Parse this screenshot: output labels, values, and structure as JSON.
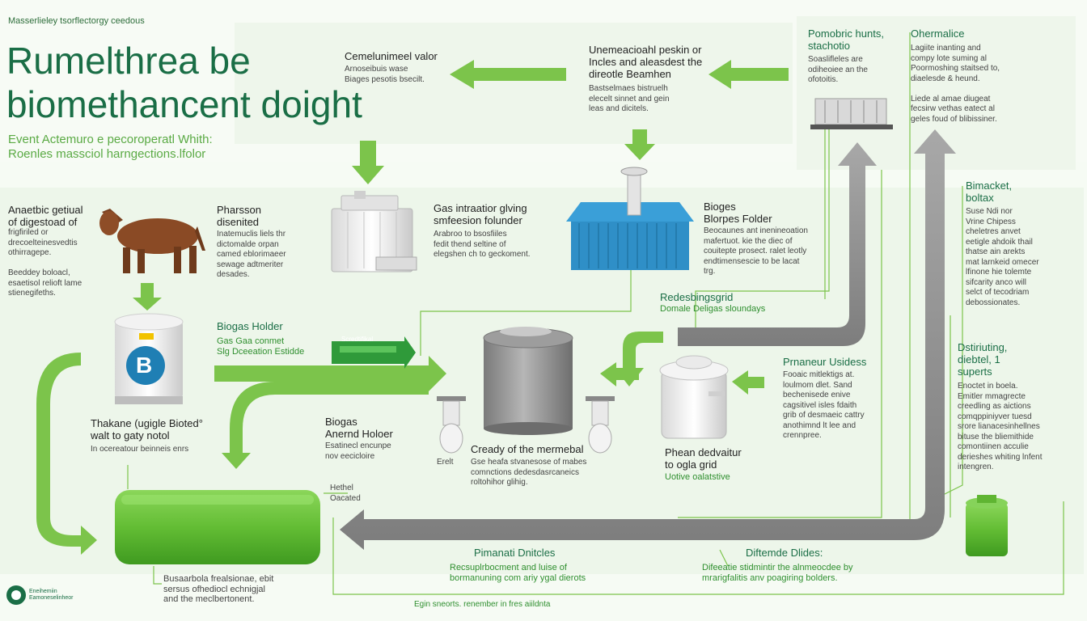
{
  "header": {
    "kicker": "Masserlieley tsorflectorgy ceedous",
    "title_line1": "Rumelthrea be",
    "title_line2": "biomethancent doight",
    "subtitle_line1": "Event Actemuro e pecoroperatl Whith:",
    "subtitle_line2": "Roenles massciol harngections.lfolor"
  },
  "nodes": {
    "commercial": {
      "title": "Cemelunimeel valor",
      "desc": "Arnoseibuis wase\nBiages pesotis bsecilt."
    },
    "unemeacional": {
      "title": "Unemeacioahl peskin or\nIncles and aleasdest the\ndireotle Beamhen",
      "desc": "Bastselmaes bistruelh\nelecelt sinnet and gein\nleas and dicitels."
    },
    "pomobric": {
      "title": "Pomobric hunts,\nstachotio",
      "desc": "Soaslifleles are\nodiheoiee an the\nofotoitis."
    },
    "ohermalice": {
      "title": "Ohermalice",
      "desc": "Lagiite inanting and\ncompy lote suming al\nPoormoshing staitsed to,\ndiaelesde & heund.\n\nLiede al amae diugeat\nfecsirw vethas eatect al\ngeles foud of blibissiner."
    },
    "anaerobic": {
      "title": "Anaetbic getiual\nof digestoad of",
      "desc": "frigfiriled or\ndrecoelteinesvedtis\nothirragepe.\n\nBeeddey boloacl,\nesaetisol relioft lame\nstienegifeths."
    },
    "pharsson": {
      "title": "Pharsson\ndisenited",
      "desc": "Inatemuclis liels thr\ndictomalde orpan\ncamed eblorimaeer\nsewage adtmeriter\ndesades."
    },
    "gas_intraction": {
      "title": "Gas intraatior glving\nsmfeesion folunder",
      "desc": "Arabroo to bsosfiiles\nfedit thend seltine of\nelegshen ch to geckoment."
    },
    "bioges_folder": {
      "title": "Bioges\nBlorpes Folder",
      "desc": "Beocaunes ant inenineoation\nmafertuot. kie the diec of\ncouitepte prosect. ralet leotly\nendtimensescie to be lacat\ntrg."
    },
    "biomacket": {
      "title": "Bimacket,\nboltax",
      "desc": "Suse Ndi nor\nVrine Chipess\ncheletres anvet\neetigle ahdoik thail\nthatse ain arekts\nmat larnkeid omecer\nlfinone hie tolemte\nsifcarity anco will\nselct of tecodriam\ndebossionates."
    },
    "biogas_holder_left": {
      "title": "Biogas Holder",
      "desc": "Gas Gaa conmet\nSlg Dceeation Estidde"
    },
    "redesbing": {
      "title": "Redesbingsgrid",
      "desc": "Domale Deligas sloundays"
    },
    "primaneur": {
      "title": "Prnaneur Usidess",
      "desc": "Fooaic mitlektigs at.\nloulmom dlet. Sand\nbechenisede enive\ncagsitivel isles fdaith\ngrib of desmaeic cattry\nanothimnd lt lee and\ncrennpree."
    },
    "distributing": {
      "title": "Dstiriuting,\ndiebtel, 1\nsuperts",
      "desc": "Enoctet in boela.\nEmitler mmagrecte\ncreedling as aictions\ncomqppiniyver tuesd\nsrore lianacesinhellnes\nbituse the bliemithide\ncomontiinen acculie\nderieshes whiting lnfent\nintengren."
    },
    "thakane": {
      "title": "Thakane (ugigle Bioted°\nwalt to gaty notol",
      "desc": "In ocereatour beinneis enrs"
    },
    "biogas_annd": {
      "title": "Biogas\nAnernd Holoer",
      "desc": "Esatinecl encunpe\nnov eecicloire"
    },
    "cready": {
      "title": "Cready of the mermebal",
      "desc": "Gse heafa stvanesose of mabes\ncomnctions dedesdasrcaneics\nroltohihor glihig."
    },
    "phean": {
      "title": "Phean dedvaitur\nto ogla grid",
      "desc": "Uotive oalatstive"
    },
    "hethel": {
      "title": "Hethel\nOacated"
    },
    "pimanati": {
      "title": "Pimanati Dnitcles",
      "desc": "Recsuplrbocment and luise of\nbormanuning com ariy ygal dierots"
    },
    "diftemde": {
      "title": "Diftemde Dlides:",
      "desc": "Difeeatie stidmintir the alnmeocdee by\nmrarigfalitis anv poagiring bolders."
    },
    "bottom_left": {
      "desc": "Busaarbola frealsionae, ebit\nsersus ofhediocl echnigjal\nand the meclbertonent."
    },
    "footer": "Egin sneorts. renember in fres aiildnta"
  },
  "labels": {
    "tanker_sign": "Scredtifikal",
    "pump_label": "Erelt",
    "logo_text": "Eneihemiin\nEamoneselinheor",
    "digester_badge": "B"
  },
  "colors": {
    "brand_green": "#1a6e46",
    "accent_green": "#7cc44b",
    "arrow_gray": "#8d8d8d",
    "tank_green": "#6cc53a",
    "building_blue": "#2f8fc7"
  }
}
